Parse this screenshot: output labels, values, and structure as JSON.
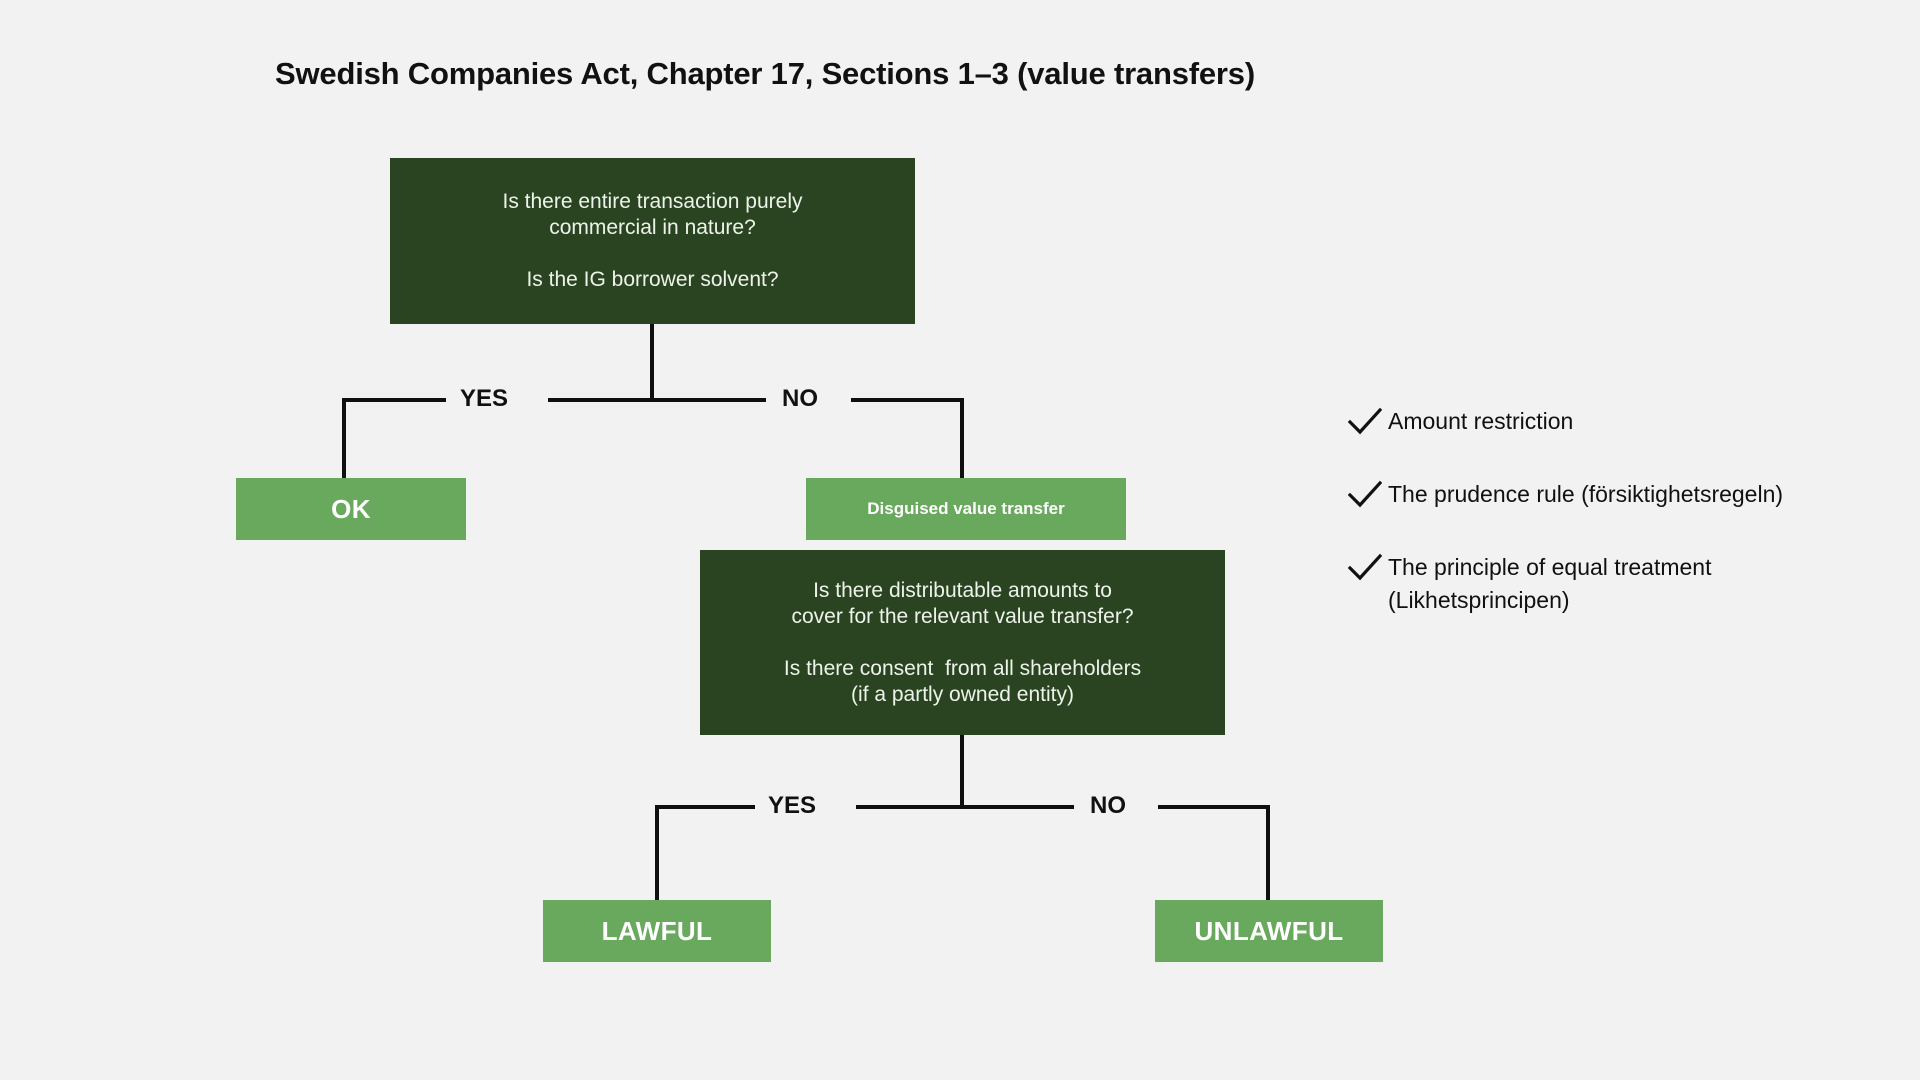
{
  "title": "Swedish Companies Act, Chapter 17, Sections 1–3 (value transfers)",
  "colors": {
    "background": "#f2f2f2",
    "decision_box": "#2a4421",
    "terminal_box": "#69a95d",
    "connector": "#0f0f0f",
    "text_dark": "#111111",
    "text_light": "#ffffff"
  },
  "flowchart": {
    "nodes": {
      "q1": {
        "type": "decision",
        "lines": [
          "Is there entire transaction purely",
          "commercial in nature?"
        ],
        "lines2": [
          "Is the IG borrower solvent?"
        ]
      },
      "ok": {
        "type": "terminal",
        "label": "OK"
      },
      "disguised": {
        "type": "tag",
        "label": "Disguised value transfer"
      },
      "q2": {
        "type": "decision",
        "lines": [
          "Is there distributable amounts to",
          "cover for the relevant value transfer?"
        ],
        "lines2": [
          "Is there consent  from all shareholders",
          "(if a partly owned entity)"
        ]
      },
      "lawful": {
        "type": "terminal",
        "label": "LAWFUL"
      },
      "unlawful": {
        "type": "terminal",
        "label": "UNLAWFUL"
      }
    },
    "branches": {
      "top_yes": "YES",
      "top_no": "NO",
      "bottom_yes": "YES",
      "bottom_no": "NO"
    }
  },
  "checklist": {
    "icon": "check-icon",
    "items": [
      {
        "text": "Amount restriction"
      },
      {
        "text": "The prudence rule (försiktighetsregeln)"
      },
      {
        "text": "The principle of equal treatment\n(Likhetsprincipen)"
      }
    ]
  }
}
